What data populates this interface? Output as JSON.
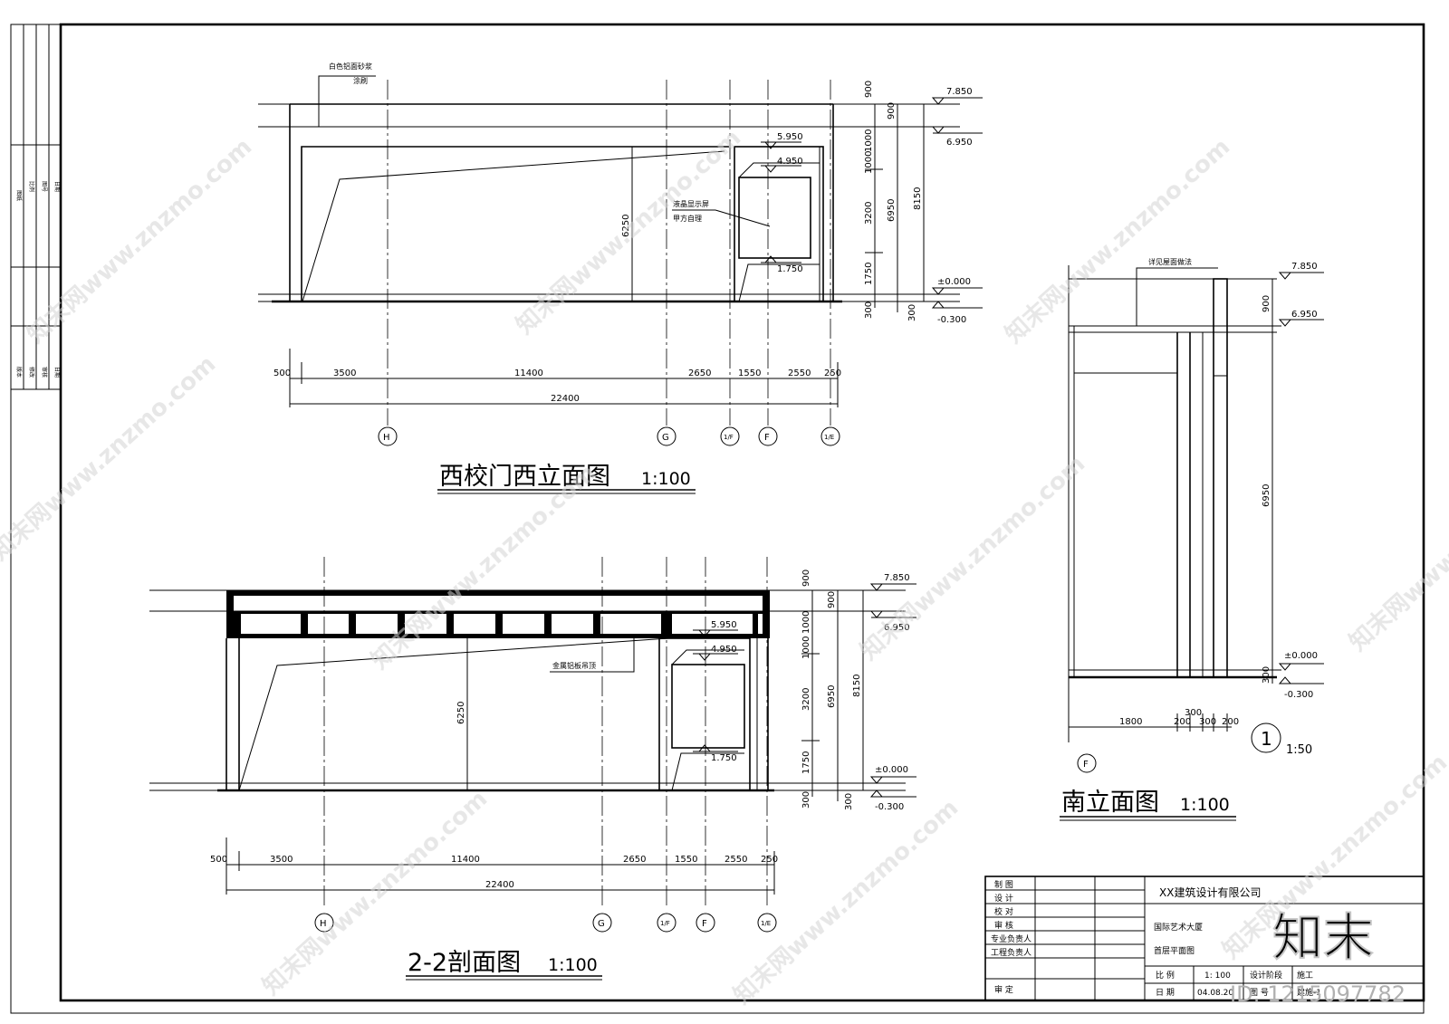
{
  "left_strip": {
    "block1": [
      "图纸",
      "比例",
      "图号",
      "日期",
      "阶段"
    ],
    "block2": [
      "版本",
      "修改",
      "审核",
      "日期"
    ]
  },
  "west_elevation": {
    "title": "西校门西立面图",
    "scale": "1:100",
    "annotation_1": "白色铝面砂浆",
    "annotation_1b": "涂刷",
    "annotation_2": "液晶显示屏",
    "annotation_2b": "甲方自理",
    "levels": [
      "7.850",
      "6.950",
      "5.950",
      "4.950",
      "1.750",
      "±0.000",
      "-0.300"
    ],
    "vertical_dims": [
      "900",
      "900",
      "1000",
      "1000",
      "3200",
      "1750",
      "300",
      "300",
      "6950",
      "8150",
      "6250"
    ],
    "horizontal_dims": [
      "500",
      "3500",
      "11400",
      "2650",
      "1550",
      "2550",
      "250"
    ],
    "total_dim": "22400",
    "axes": [
      "H",
      "G",
      "1/F",
      "F",
      "1/E"
    ]
  },
  "section_22": {
    "title": "2-2剖面图",
    "scale": "1:100",
    "annotation": "金属铝板吊顶",
    "levels": [
      "7.850",
      "6.950",
      "5.950",
      "4.950",
      "1.750",
      "±0.000",
      "-0.300"
    ],
    "vertical_dims": [
      "900",
      "900",
      "1000",
      "1000",
      "3200",
      "1750",
      "300",
      "300",
      "6950",
      "8150",
      "6250"
    ],
    "horizontal_dims": [
      "500",
      "3500",
      "11400",
      "2650",
      "1550",
      "2550",
      "250"
    ],
    "total_dim": "22400",
    "axes": [
      "H",
      "G",
      "1/F",
      "F",
      "1/E"
    ]
  },
  "south_elevation": {
    "title": "南立面图",
    "scale": "1:100",
    "annotation": "详见屋面做法",
    "levels": [
      "7.850",
      "6.950",
      "±0.000",
      "-0.300"
    ],
    "vertical_dims": [
      "900",
      "6950",
      "300"
    ],
    "horizontal_dims": [
      "1800",
      "200",
      "300",
      "300",
      "200"
    ],
    "axis": "F",
    "detail_no": "1",
    "detail_scale": "1:50"
  },
  "title_block": {
    "company": "XX建筑设计有限公司",
    "roles": [
      "制  图",
      "设  计",
      "校  对",
      "审  核",
      "专业负责人",
      "工程负责人",
      "审  定"
    ],
    "project": "国际艺术大厦",
    "drawing": "首层平面图",
    "scale_label": "比  例",
    "scale_value": "1: 100",
    "stage_label": "设计阶段",
    "stage_value": "施工",
    "date_label": "日  期",
    "date_value": "04.08.20",
    "number_label": "图  号",
    "number_value": "建施-1"
  },
  "watermark": {
    "text": "知末网www.znzmo.com",
    "logo": "知末",
    "id": "ID: 1215097782"
  }
}
